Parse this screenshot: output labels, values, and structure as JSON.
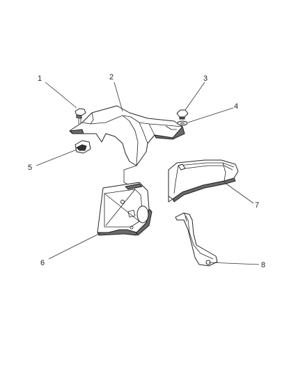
{
  "diagram": {
    "colors": {
      "line": "#222222",
      "fill": "#ffffff",
      "shade": "#6a6a6a",
      "dark": "#333333"
    },
    "callouts": [
      {
        "id": "1",
        "label": "1",
        "part": "bolt"
      },
      {
        "id": "2",
        "label": "2",
        "part": "upper-heat-shield"
      },
      {
        "id": "3",
        "label": "3",
        "part": "nut"
      },
      {
        "id": "4",
        "label": "4",
        "part": "washer"
      },
      {
        "id": "5",
        "label": "5",
        "part": "clip"
      },
      {
        "id": "6",
        "label": "6",
        "part": "lower-heat-shield"
      },
      {
        "id": "7",
        "label": "7",
        "part": "side-heat-shield"
      },
      {
        "id": "8",
        "label": "8",
        "part": "bracket"
      }
    ]
  }
}
